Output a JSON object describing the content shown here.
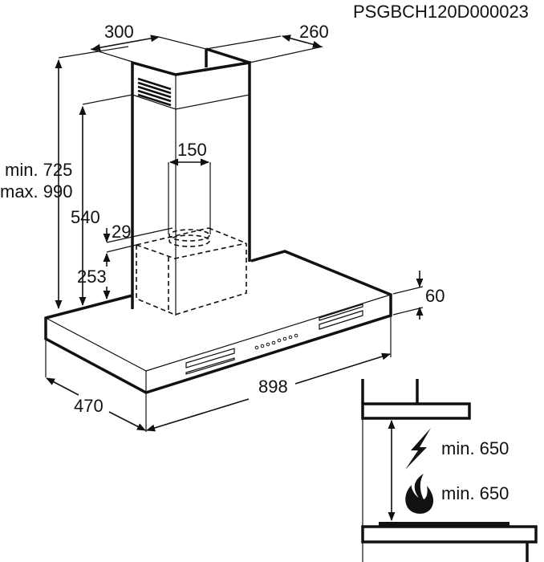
{
  "diagram": {
    "code": "PSGBCH120D000023",
    "dimensions": {
      "chimney_width": "300",
      "chimney_depth": "260",
      "height_min": "min. 725",
      "height_max": "max. 990",
      "lower_chimney": "540",
      "duct_diameter": "150",
      "duct_offset": "29",
      "motor_height": "253",
      "hood_height": "60",
      "hood_width": "898",
      "hood_depth": "470"
    },
    "clearances": [
      {
        "icon": "electric-hob-icon",
        "label": "min. 650"
      },
      {
        "icon": "gas-hob-flame-icon",
        "label": "min. 650"
      }
    ]
  }
}
